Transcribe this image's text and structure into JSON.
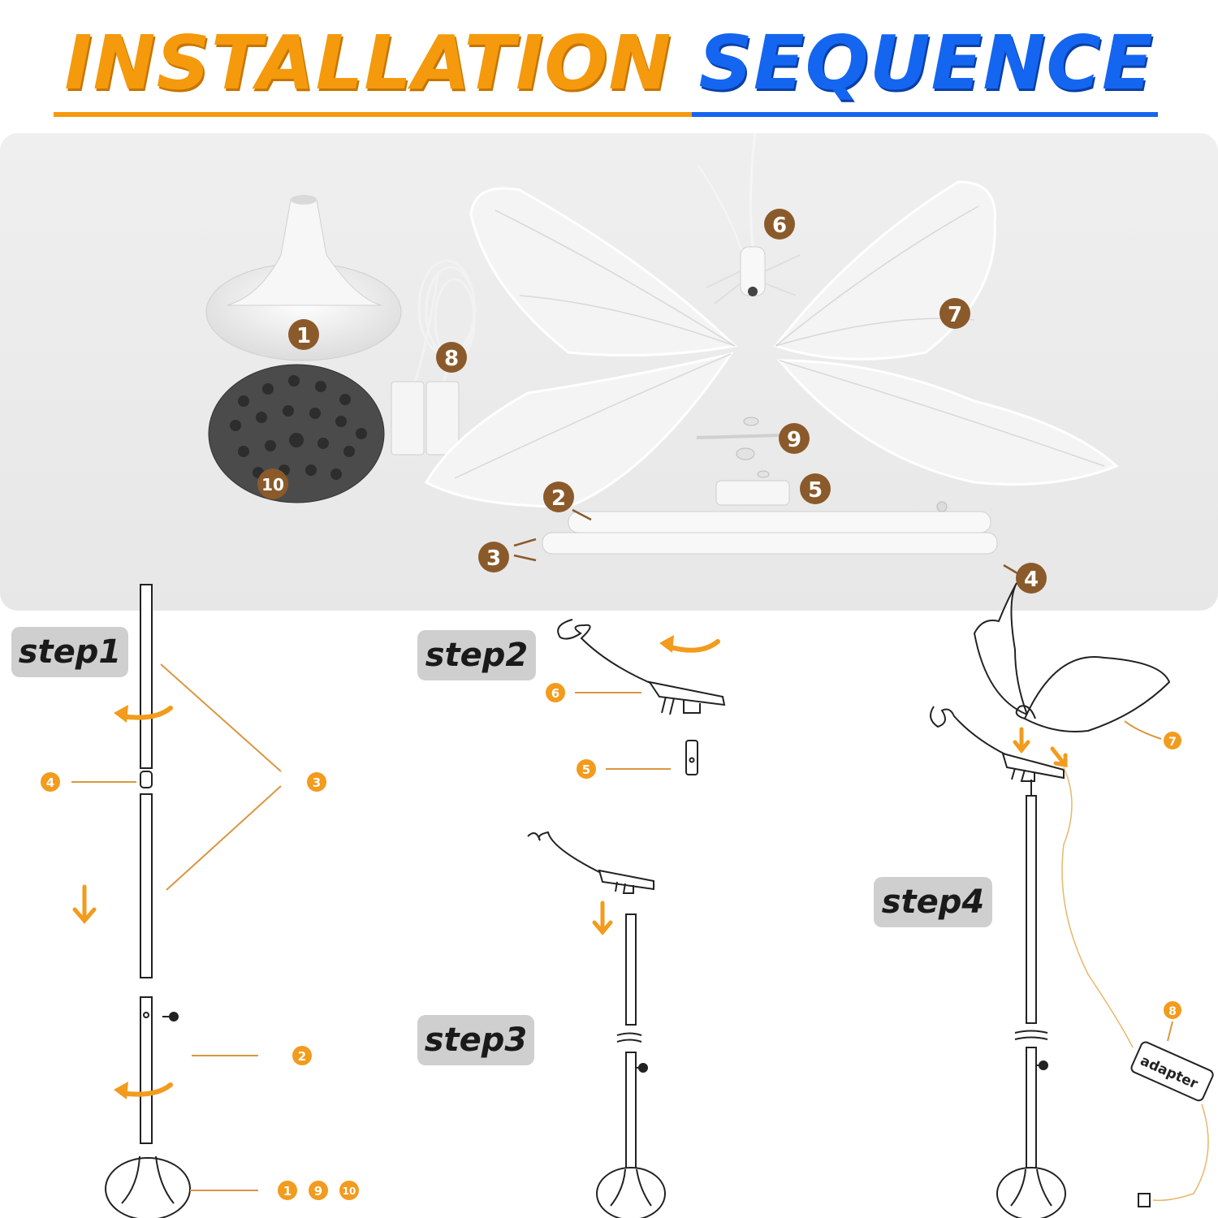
{
  "header": {
    "title_word1": "INSTALLATION",
    "title_word2": "SEQUENCE",
    "color_word1": "#f59a0c",
    "color_word2": "#1466f0"
  },
  "photo_parts": {
    "badge_color": "#8b5a2b",
    "labels": [
      "1",
      "2",
      "3",
      "4",
      "5",
      "6",
      "7",
      "8",
      "9",
      "10"
    ]
  },
  "steps": [
    {
      "label": "step1",
      "callouts": [
        "4",
        "3",
        "2",
        "1",
        "9",
        "10"
      ]
    },
    {
      "label": "step2",
      "callouts": [
        "6",
        "5"
      ]
    },
    {
      "label": "step3",
      "callouts": []
    },
    {
      "label": "step4",
      "callouts": [
        "7",
        "8"
      ],
      "adapter_text": "adapter"
    }
  ],
  "callout_color": "#f29b1d"
}
